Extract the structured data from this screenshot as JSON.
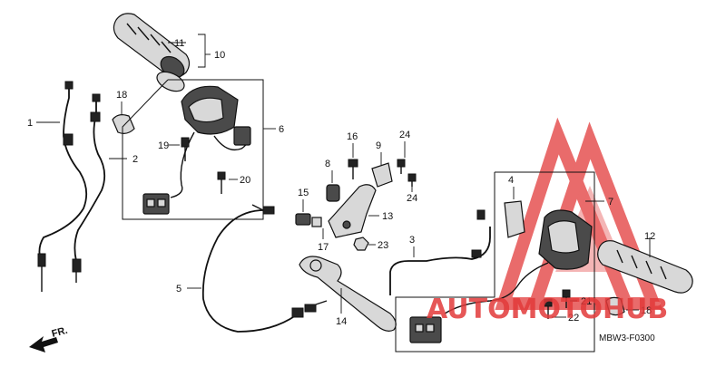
{
  "diagram": {
    "code": "MBW3-F0300",
    "direction_label": "FR.",
    "watermark": {
      "text": "AUTOMOTOHUB",
      "color": "#e23a3a"
    },
    "callouts": {
      "c1": "1",
      "c2": "2",
      "c3": "3",
      "c4": "4",
      "c5": "5",
      "c6": "6",
      "c7": "7",
      "c8": "8",
      "c9": "9",
      "c10": "10",
      "c11": "11",
      "c12": "12",
      "c13": "13",
      "c14": "14",
      "c15": "15",
      "c16": "16",
      "c17": "17",
      "c18a": "18",
      "c18b": "18",
      "c19": "19",
      "c20": "20",
      "c21": "21",
      "c22": "22",
      "c23": "23",
      "c24a": "24",
      "c24b": "24"
    }
  }
}
